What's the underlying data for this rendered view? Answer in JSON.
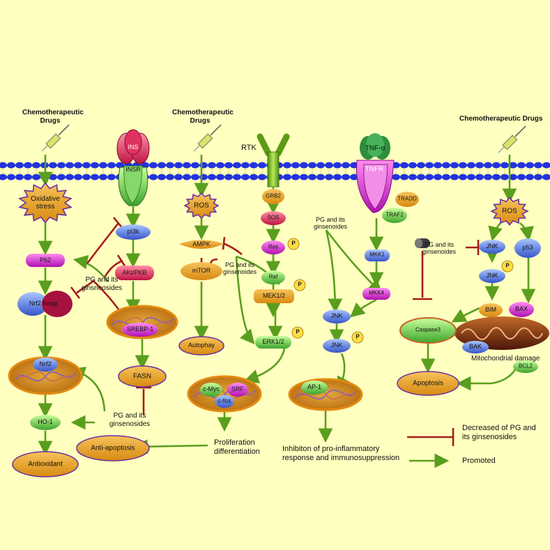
{
  "labels": {
    "chemo_left": "Chemotherapeutic Drugs",
    "chemo_mid": "Chemotherapeutic Drugs",
    "chemo_right": "Chemotherapeutic Drugs",
    "rtk": "RTK",
    "pg_left": "PG and its ginsneosides",
    "pg_bottom_left": "PG and its ginsenosides",
    "pg_mid": "PG and its ginsenoides",
    "pg_jnk": "PG and its ginsenoides",
    "pg_right": "PG and its ginsenoides",
    "proliferation": "Proliferation differentiation",
    "inhibition": "Inhibiton of pro-inflammatory response and immunosuppression",
    "mito_damage": "Mitochondrial damage"
  },
  "nodes": {
    "ins": "INS",
    "insr": "INSR",
    "tnfa": "TNF-α",
    "tnfr": "TNFR",
    "tradd": "TRADD",
    "traf2": "TRAF2",
    "oxidative_stress": "Oxidative stress",
    "p62": "P62",
    "nrf2_keap": "Nrf2 Keap",
    "nrf2": "Nrf2",
    "ho1": "HO-1",
    "antioxidant": "Antioxidant",
    "pi3k": "pI3k",
    "akt": "AKt/PKB",
    "srebp1": "SREBP-1",
    "fasn": "FASN",
    "anti_apoptosis": "Anti-apoptosis",
    "ros_mid": "ROS",
    "ampk": "AMPK",
    "mtor": "mTOR",
    "autophagy": "Autophay",
    "grb2": "GRB2",
    "sos": "SOS",
    "ras": "Ras",
    "raf": "Raf",
    "mek12": "MEK1/2",
    "erk12": "ERK1/2",
    "cmyc": "c-Myc",
    "srf": "SRF",
    "cfos": "c-fos",
    "mkk1": "MKK1",
    "mkk4": "MKK4",
    "jnk_a": "JNK",
    "jnk_b": "JNK",
    "ap1": "AP-1",
    "ros_right": "ROS",
    "jnk_r1": "JNK",
    "p53": "p53",
    "jnk_r2": "JNK",
    "bim": "BIM",
    "bax": "BAX",
    "bak": "BAK",
    "bcl2": "BCL2",
    "caspase3": "Caspase3",
    "apoptosis": "Apoptosis",
    "phospho": "P"
  },
  "legend": {
    "decrease": "Decreased of PG and its ginsenosides",
    "promoted": "Promoted"
  },
  "colors": {
    "background": "#ffffc0",
    "membrane": "#2233dd",
    "promote_arrow": "#5a9e1e",
    "inhibit": "#a51c1c",
    "node_orange": "#e8a42a",
    "node_border": "#6a2fa0"
  }
}
